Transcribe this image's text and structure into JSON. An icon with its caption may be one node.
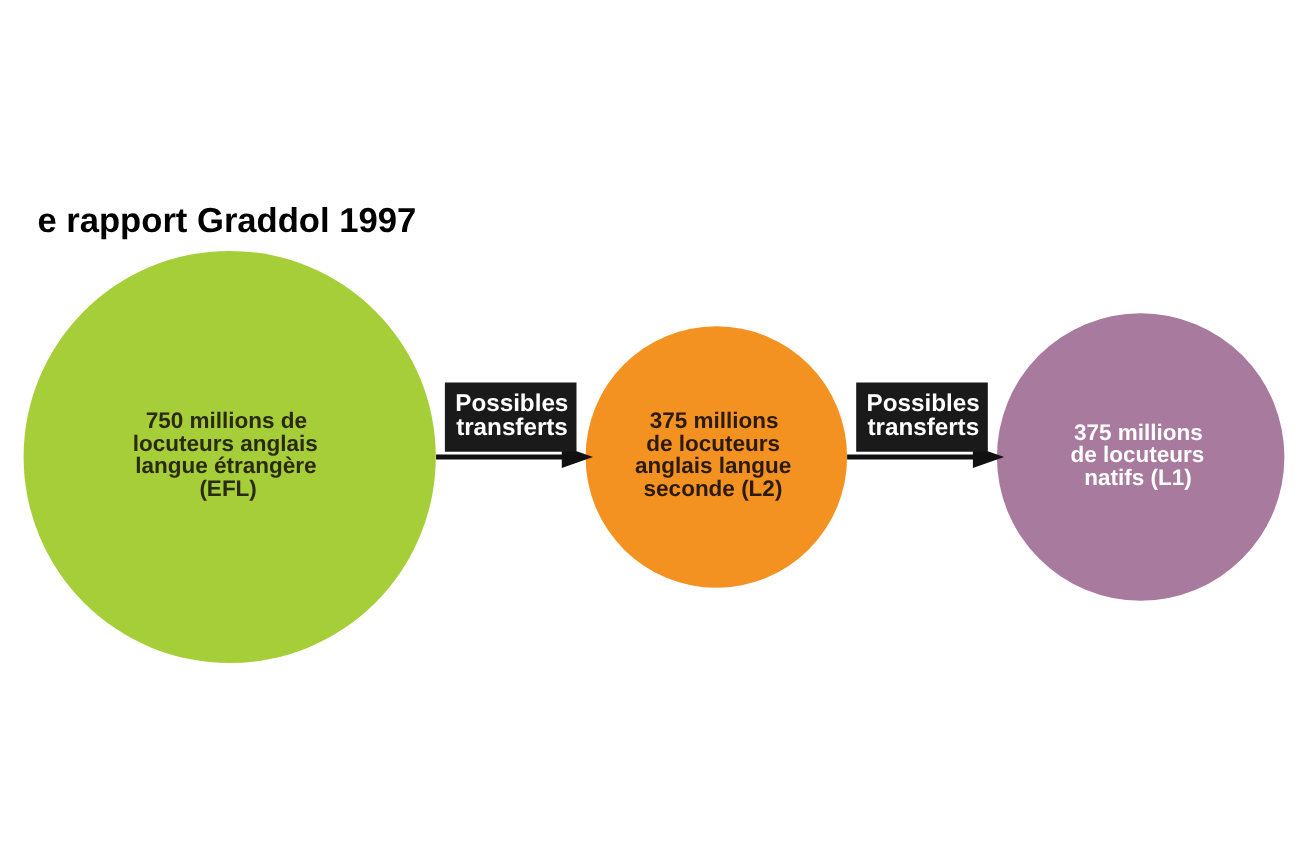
{
  "diagram": {
    "title": "e rapport Graddol 1997",
    "nodes": [
      {
        "text": [
          "375 millions de locuteurs natifs (L1)"
        ]
      },
      {
        "text": [
          "375 millions de locuteurs anglais langue seconde (L2)"
        ]
      },
      {
        "text": [
          "750 millions de locuteurs anglais langue étrangère (EFL)"
        ]
      }
    ],
    "edges": [
      {
        "from": 1,
        "to": 0,
        "arrow": "to",
        "label": "Possibles transferts"
      },
      {
        "from": 2,
        "to": 1,
        "arrow": "to",
        "label": "Possibles transferts"
      }
    ]
  }
}
